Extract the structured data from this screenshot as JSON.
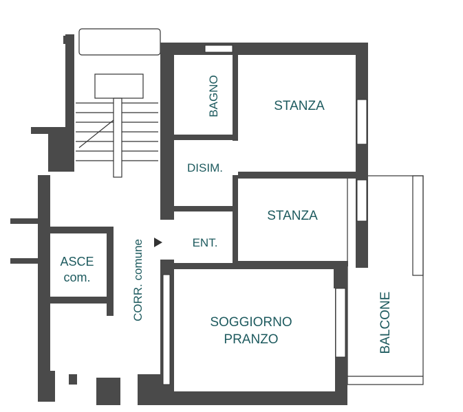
{
  "rooms": {
    "bagno": "BAGNO",
    "stanza_1": "STANZA",
    "disim": "DISIM.",
    "stanza_2": "STANZA",
    "ent": "ENT.",
    "soggiorno_line1": "SOGGIORNO",
    "soggiorno_line2": "PRANZO",
    "balcone": "BALCONE",
    "corridor": "CORR. comune",
    "asce_line1": "ASCE",
    "asce_line2": "com."
  },
  "colors": {
    "wall": "#4a4a4a",
    "label": "#1d5a5e"
  }
}
